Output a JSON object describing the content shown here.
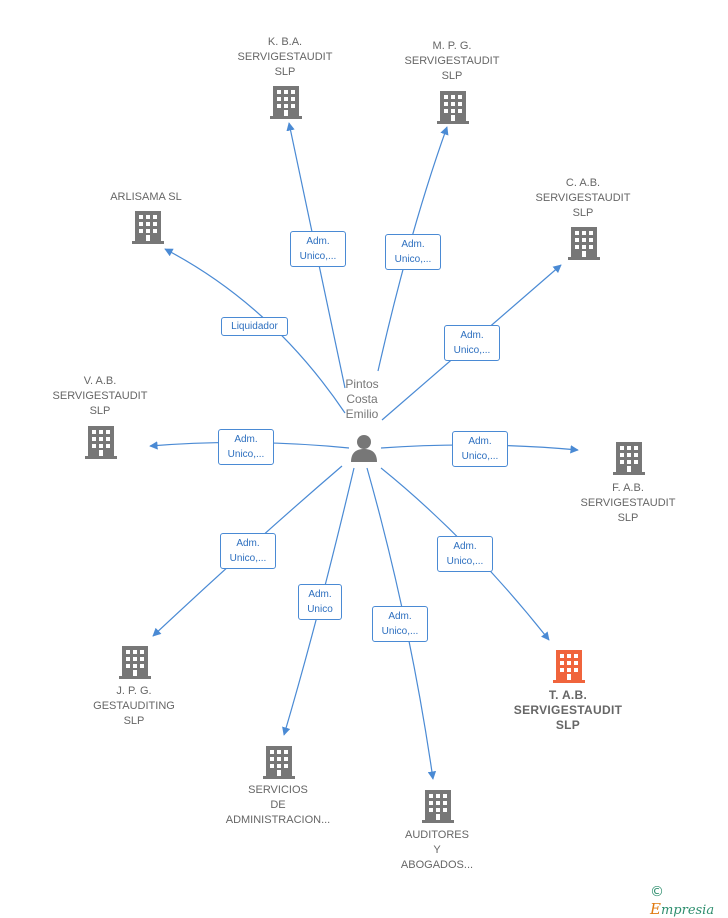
{
  "center": {
    "name": "Pintos\nCosta\nEmilio",
    "icon": "person-icon"
  },
  "nodes": [
    {
      "id": "kba",
      "label": "K. B.A.\nSERVIGESTAUDIT\nSLP",
      "icon": "building-icon",
      "highlight": false
    },
    {
      "id": "mpg",
      "label": "M.  P. G.\nSERVIGESTAUDIT\nSLP",
      "icon": "building-icon",
      "highlight": false
    },
    {
      "id": "arlisama",
      "label": "ARLISAMA  SL",
      "icon": "building-icon",
      "highlight": false
    },
    {
      "id": "cab",
      "label": "C. A.B.\nSERVIGESTAUDIT\nSLP",
      "icon": "building-icon",
      "highlight": false
    },
    {
      "id": "vab",
      "label": "V. A.B.\nSERVIGESTAUDIT\nSLP",
      "icon": "building-icon",
      "highlight": false
    },
    {
      "id": "fab",
      "label": "F. A.B.\nSERVIGESTAUDIT\nSLP",
      "icon": "building-icon",
      "highlight": false
    },
    {
      "id": "jpg",
      "label": "J.  P. G.\nGESTAUDITING\nSLP",
      "icon": "building-icon",
      "highlight": false
    },
    {
      "id": "tab",
      "label": "T. A.B.\nSERVIGESTAUDIT\nSLP",
      "icon": "building-icon",
      "highlight": true
    },
    {
      "id": "servicios",
      "label": "SERVICIOS\nDE\nADMINISTRACION...",
      "icon": "building-icon",
      "highlight": false
    },
    {
      "id": "auditores",
      "label": "AUDITORES\nY\nABOGADOS...",
      "icon": "building-icon",
      "highlight": false
    }
  ],
  "edges": [
    {
      "to": "kba",
      "label": "Adm.\nUnico,..."
    },
    {
      "to": "mpg",
      "label": "Adm.\nUnico,..."
    },
    {
      "to": "arlisama",
      "label": "Liquidador"
    },
    {
      "to": "cab",
      "label": "Adm.\nUnico,..."
    },
    {
      "to": "vab",
      "label": "Adm.\nUnico,..."
    },
    {
      "to": "fab",
      "label": "Adm.\nUnico,..."
    },
    {
      "to": "jpg",
      "label": "Adm.\nUnico,..."
    },
    {
      "to": "tab",
      "label": "Adm.\nUnico,..."
    },
    {
      "to": "servicios",
      "label": "Adm.\nUnico"
    },
    {
      "to": "auditores",
      "label": "Adm.\nUnico,..."
    }
  ],
  "colors": {
    "edge": "#4a8ad4",
    "building": "#777777",
    "building_highlight": "#f0643c",
    "person": "#777777"
  },
  "brand": {
    "copyright": "©",
    "initial": "E",
    "rest": "mpresia"
  }
}
